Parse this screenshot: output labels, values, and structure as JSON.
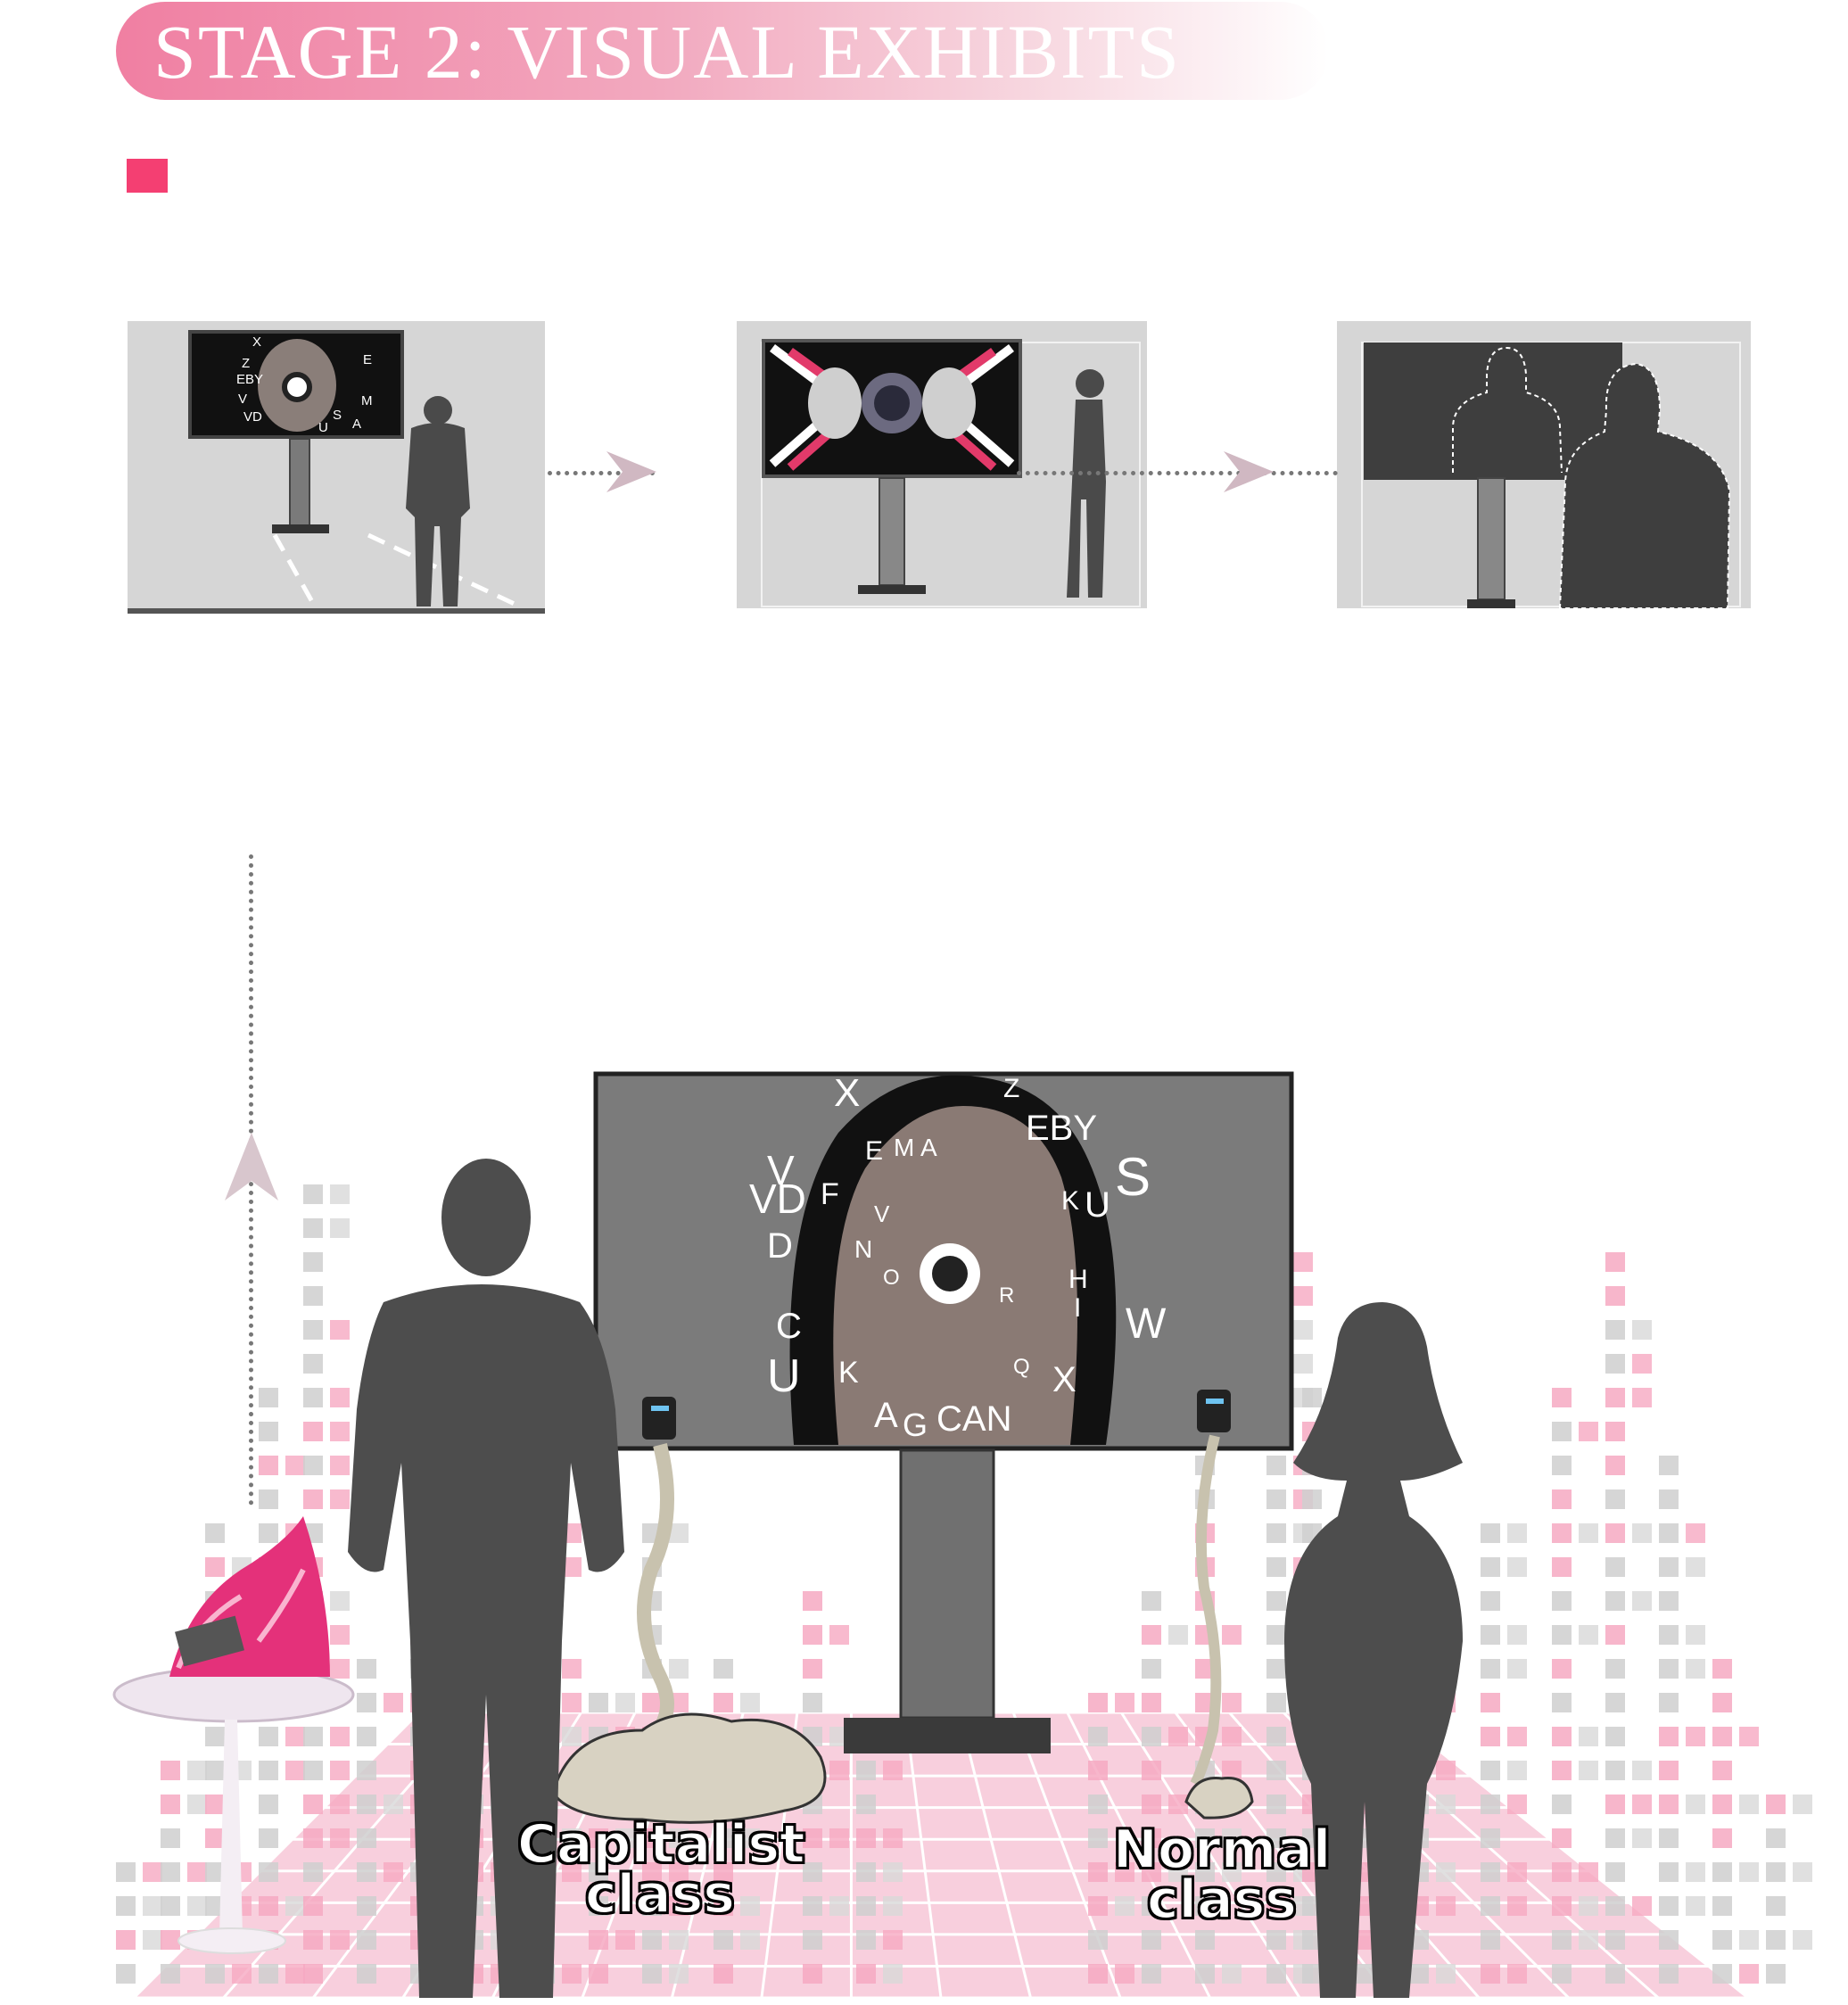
{
  "header": {
    "title": "STAGE 2: VISUAL EXHIBITS"
  },
  "colors": {
    "accent": "#f43f72",
    "panel_bg": "#d6d6d6",
    "silhouette": "#4a4a4a",
    "screen_gray": "#7b7b7b"
  },
  "steps": [
    {
      "id": "step-1",
      "screen": "letters swirling around a face"
    },
    {
      "id": "step-2",
      "screen": "mirrored kaleidoscope eye pattern"
    },
    {
      "id": "step-3",
      "screen": "dashed outlines of the two visitors"
    }
  ],
  "screen_letters": [
    "X",
    "Z",
    "EBY",
    "V",
    "VD",
    "E",
    "M",
    "A",
    "S",
    "U",
    "F",
    "K",
    "D",
    "H",
    "I",
    "W",
    "C",
    "U",
    "K",
    "X",
    "A",
    "G",
    "CAN",
    "N",
    "V",
    "O",
    "R",
    "Q"
  ],
  "captions": {
    "left_line1": "Capitalist",
    "left_line2": "class",
    "right_line1": "Normal",
    "right_line2": "class"
  },
  "icons": [
    "square-bullet-icon",
    "dotted-arrow-icon",
    "up-arrow-icon",
    "person-icon",
    "woman-icon",
    "monitor-icon",
    "speaker-icon"
  ]
}
